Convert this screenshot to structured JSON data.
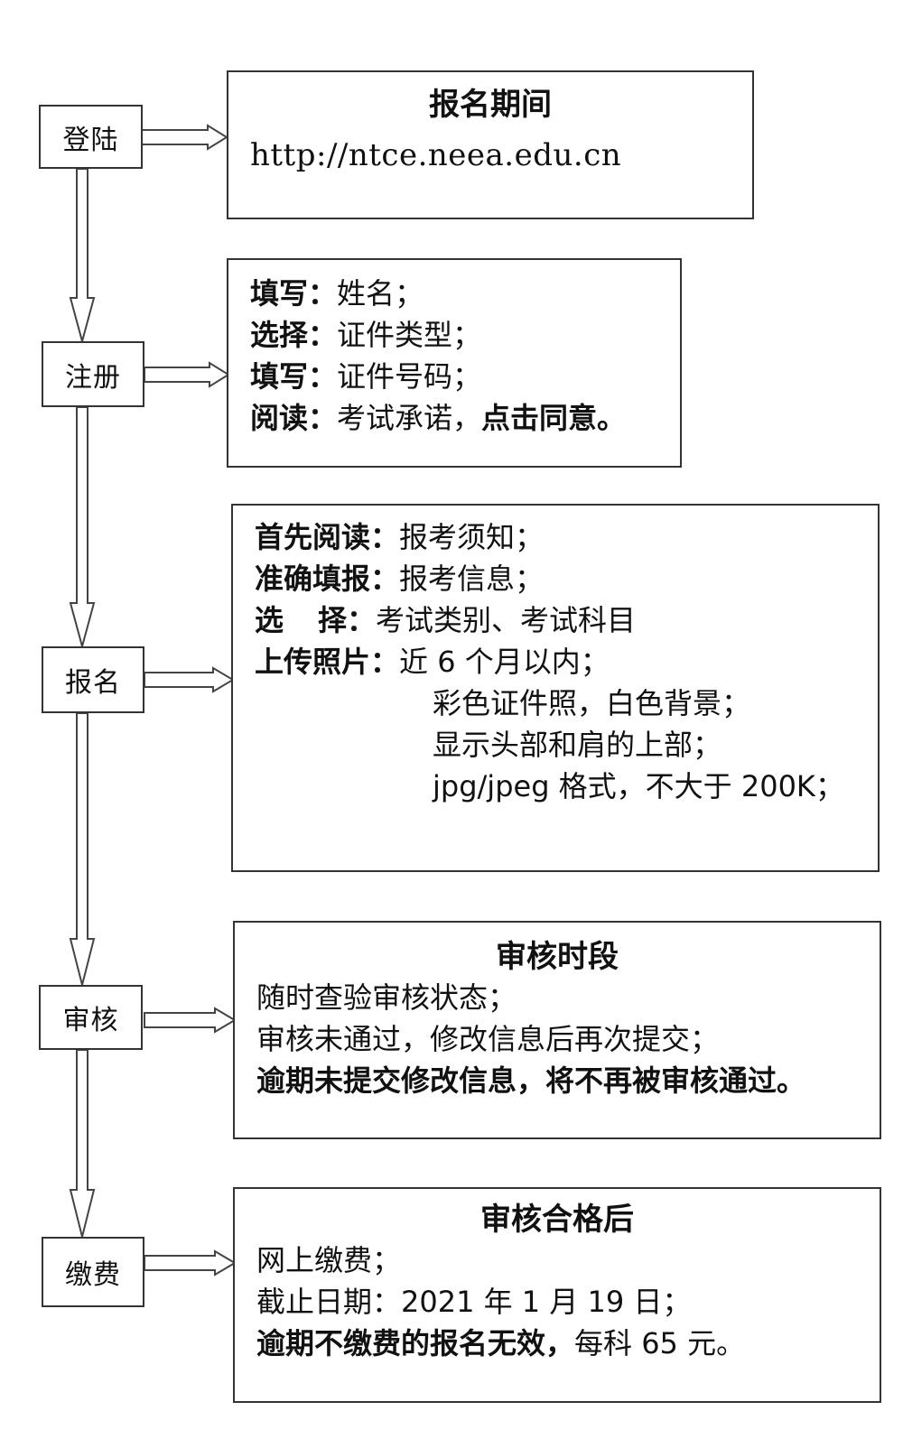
{
  "steps": [
    {
      "id": "login",
      "label": "登陆"
    },
    {
      "id": "register",
      "label": "注册"
    },
    {
      "id": "apply",
      "label": "报名"
    },
    {
      "id": "review",
      "label": "审核"
    },
    {
      "id": "payment",
      "label": "缴费"
    }
  ],
  "login_info": {
    "title": "报名期间",
    "url": "http://ntce.neea.edu.cn"
  },
  "register_info": {
    "lines": [
      {
        "key": "填写：",
        "value": "姓名；"
      },
      {
        "key": "选择：",
        "value": "证件类型；"
      },
      {
        "key": "填写：",
        "value": "证件号码；"
      },
      {
        "key": "阅读：",
        "value": "考试承诺，",
        "bold_tail": "点击同意。"
      }
    ]
  },
  "apply_info": {
    "lines": [
      {
        "key": "首先阅读：",
        "value": "报考须知；"
      },
      {
        "key": "准确填报：",
        "value": "报考信息；"
      },
      {
        "key_a": "选",
        "key_b": "择：",
        "value": "考试类别、考试科目"
      },
      {
        "key": "上传照片：",
        "value": "近 6 个月以内；"
      }
    ],
    "photo_requirements": [
      "彩色证件照，白色背景；",
      "显示头部和肩的上部；",
      "jpg/jpeg 格式，不大于 200K；"
    ]
  },
  "review_info": {
    "title": "审核时段",
    "lines": [
      "随时查验审核状态；",
      "审核未通过，修改信息后再次提交；"
    ],
    "warning": "逾期未提交修改信息，将不再被审核通过。"
  },
  "payment_info": {
    "title": "审核合格后",
    "lines": [
      "网上缴费；",
      "截止日期：2021 年 1 月 19 日；"
    ],
    "warning": "逾期不缴费的报名无效，",
    "fee": "每科 65 元。"
  },
  "icons": {
    "down_arrow": "hollow-down-arrow",
    "right_arrow": "hollow-right-arrow"
  }
}
